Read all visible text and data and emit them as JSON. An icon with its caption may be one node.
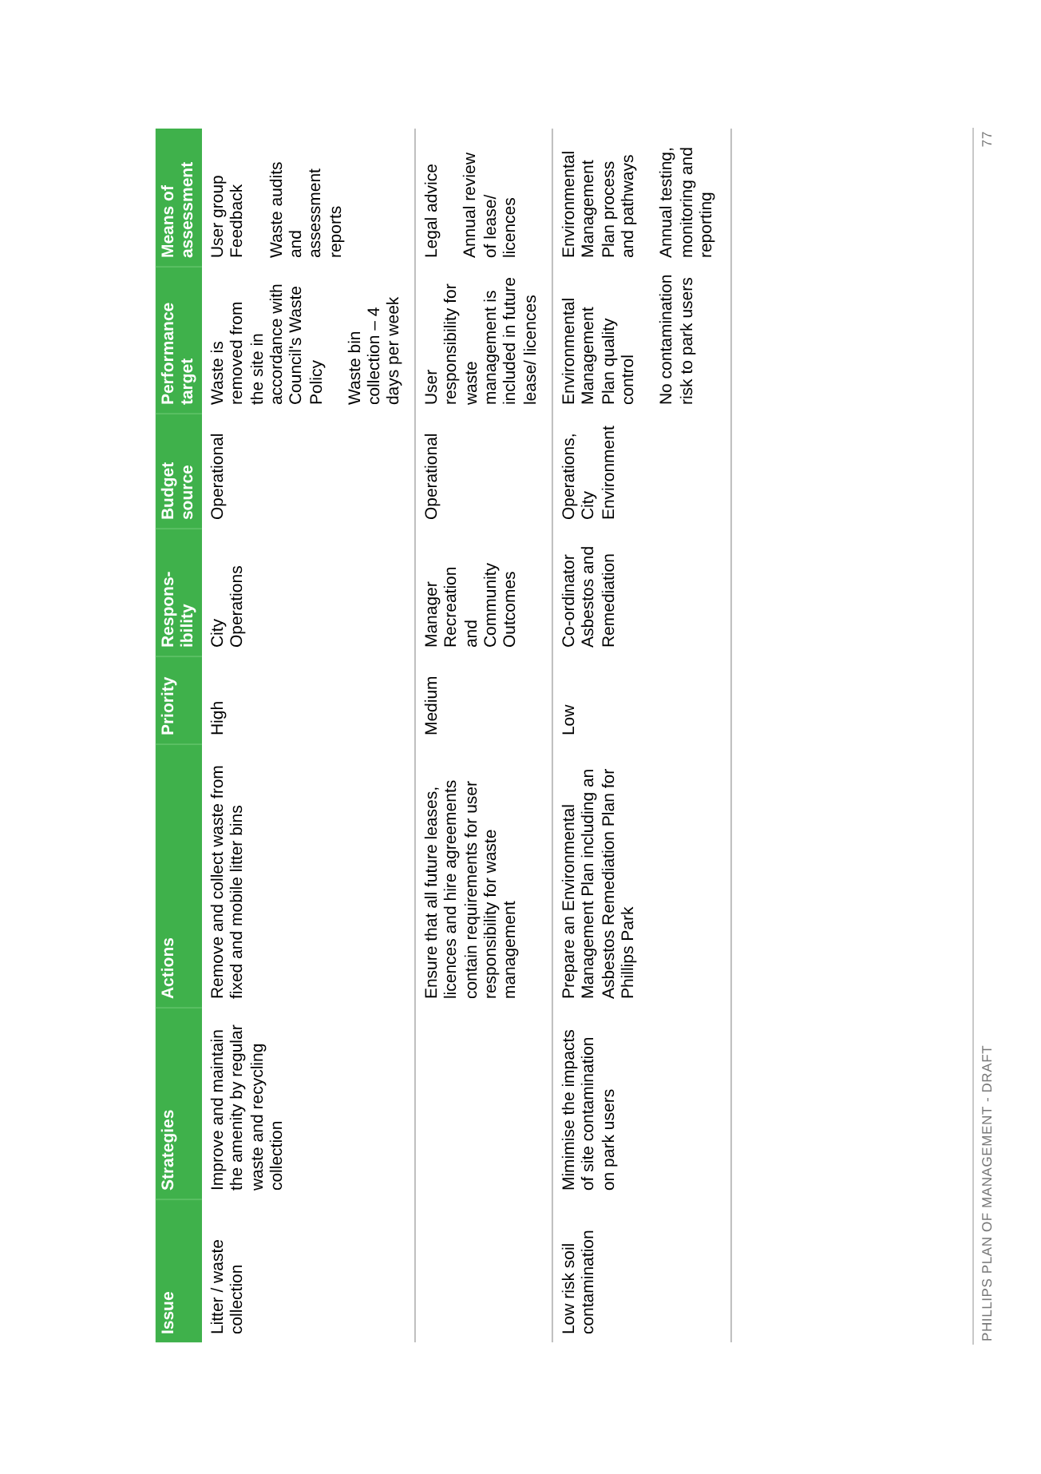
{
  "diagram": {
    "labels": [
      "Issue",
      "Strategies",
      "Actions",
      "Priority",
      "Respons-ibility",
      "Budget source",
      "Performance target",
      "Means of assessment",
      "Litter / waste collection",
      "Improve and maintain the amenity by regular waste and recycling collection",
      "Remove and collect waste from fixed and mobile litter bins",
      "High",
      "City Operations",
      "Operational",
      "Waste is removed from the site in accordance with Council's Waste Policy",
      "Waste bin collection – 4 days per week",
      "User group Feedback",
      "Waste audits and assessment reports",
      "Ensure that all future leases, licences and hire agreements contain requirements for user responsibility for waste management",
      "Medium",
      "Manager Recreation and Community Outcomes",
      "Operational",
      "User responsibility for waste management is included in future lease/ licences",
      "Legal advice",
      "Annual review of lease/ licences",
      "Low risk soil contamination",
      "Mimimise the impacts of site contamination on park users",
      "Prepare an Environmental Management Plan including an Asbestos Remediation Plan for Phillips Park",
      "Low",
      "Co-ordinator Asbestos and Remediation",
      "Operations, City Environment",
      "Environmental Management Plan quality control",
      "No contamination risk to park users",
      "Environmental Management Plan process and pathways",
      "Annual testing, monitoring and reporting",
      "PHILLIPS PLAN OF MANAGEMENT - DRAFT",
      "77"
    ]
  }
}
